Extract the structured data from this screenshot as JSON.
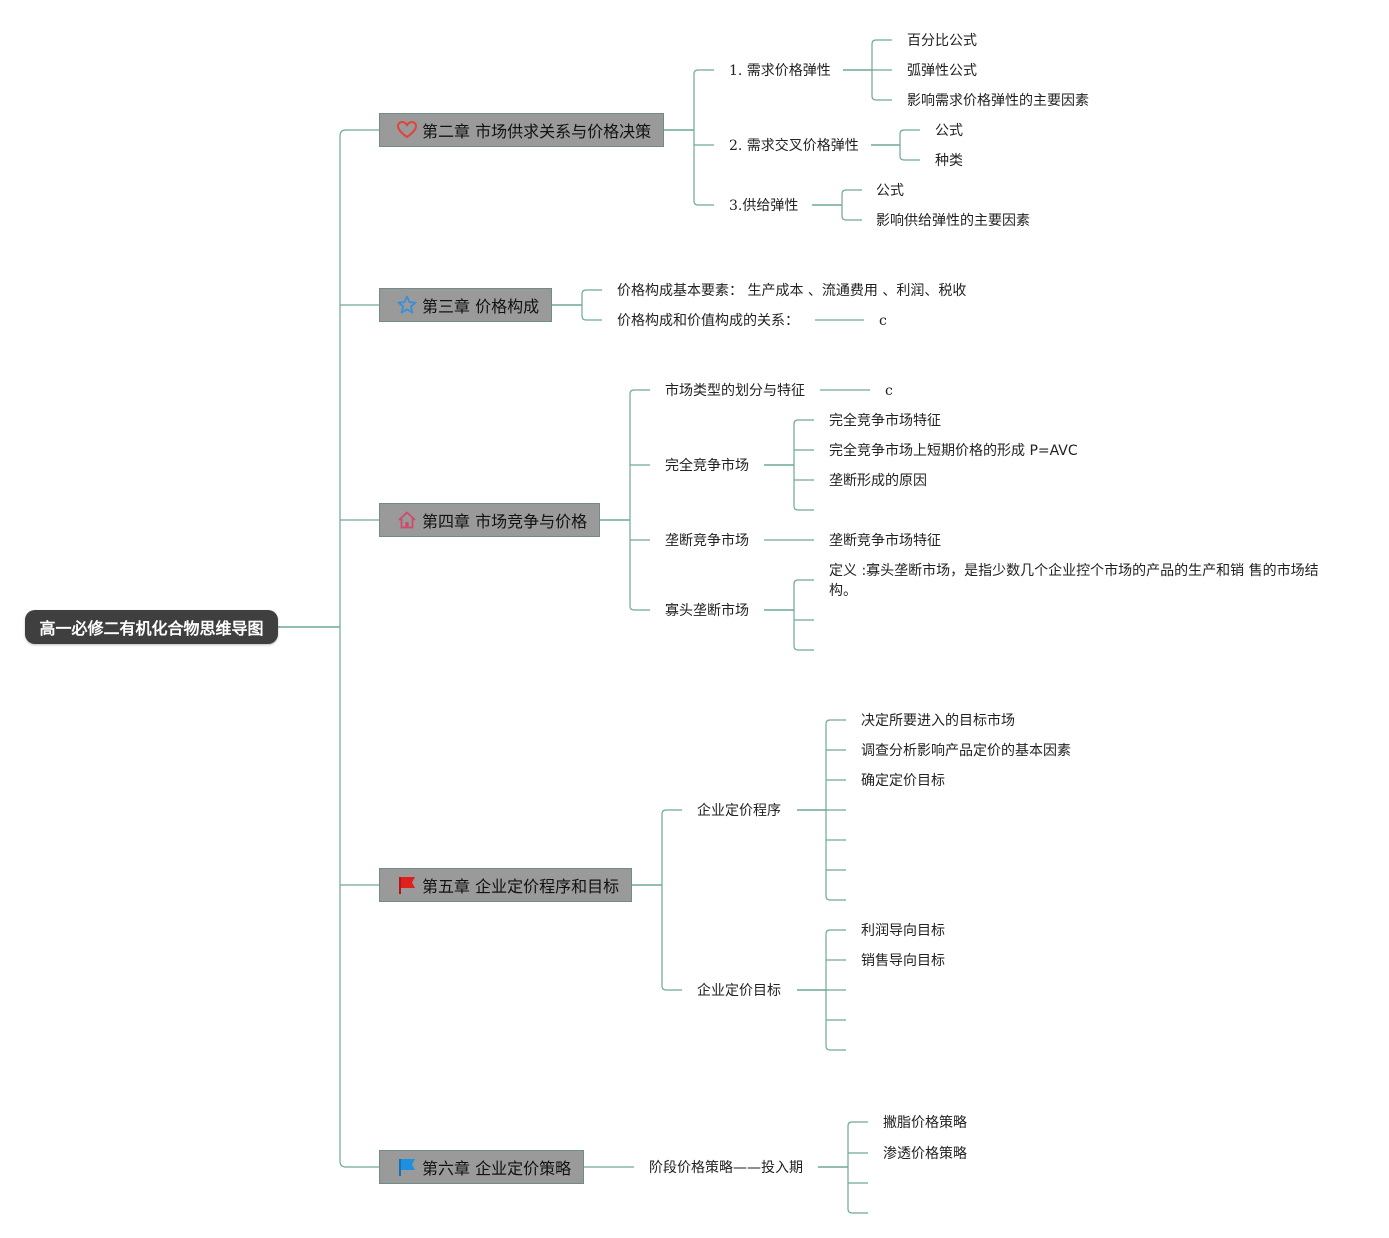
{
  "root": {
    "label": "高一必修二有机化合物思维导图"
  },
  "chapters": [
    {
      "label": "第二章 市场供求关系与价格决策",
      "icon": "heart-icon",
      "children": [
        {
          "label": "1. 需求价格弹性",
          "children": [
            "百分比公式",
            "弧弹性公式",
            "影响需求价格弹性的主要因素"
          ]
        },
        {
          "label": "2. 需求交叉价格弹性",
          "children": [
            "公式",
            "种类"
          ]
        },
        {
          "label": "3.供给弹性",
          "children": [
            "公式",
            "影响供给弹性的主要因素"
          ]
        }
      ]
    },
    {
      "label": "第三章 价格构成",
      "icon": "star-icon",
      "children": [
        {
          "label": "价格构成基本要素： 生产成本 、流通费用 、利润、税收"
        },
        {
          "label": "价格构成和价值构成的关系：",
          "children": [
            "c"
          ]
        }
      ]
    },
    {
      "label": "第四章 市场竞争与价格",
      "icon": "house-icon",
      "children": [
        {
          "label": "市场类型的划分与特征",
          "children": [
            "c"
          ]
        },
        {
          "label": "完全竞争市场",
          "children": [
            "完全竞争市场特征",
            "完全竞争市场上短期价格的形成 P=AVC",
            "垄断形成的原因",
            ""
          ]
        },
        {
          "label": "垄断竞争市场",
          "children": [
            "垄断竞争市场特征"
          ]
        },
        {
          "label": "寡头垄断市场",
          "children": [
            "定义 :寡头垄断市场，是指少数几个企业控个市场的产品的生产和销 售的市场结构。",
            "",
            ""
          ]
        }
      ]
    },
    {
      "label": "第五章 企业定价程序和目标",
      "icon": "red-flag-icon",
      "children": [
        {
          "label": "企业定价程序",
          "children": [
            "决定所要进入的目标市场",
            "调查分析影响产品定价的基本因素",
            "确定定价目标",
            "",
            "",
            "",
            ""
          ]
        },
        {
          "label": "企业定价目标",
          "children": [
            "利润导向目标",
            "销售导向目标",
            "",
            "",
            ""
          ]
        }
      ]
    },
    {
      "label": "第六章 企业定价策略",
      "icon": "blue-flag-icon",
      "children": [
        {
          "label": "阶段价格策略——投入期",
          "children": [
            "撇脂价格策略",
            "渗透价格策略",
            "",
            ""
          ]
        }
      ]
    }
  ],
  "colors": {
    "line": "#6fa79a",
    "root_bg": "#3f3f3f",
    "chapter_bg": "#9a9a9a",
    "heart": "#e0443a",
    "star": "#3a8fd8",
    "house": "#d04a6a",
    "red_flag": "#e0201c",
    "blue_flag": "#1f8fe0"
  }
}
